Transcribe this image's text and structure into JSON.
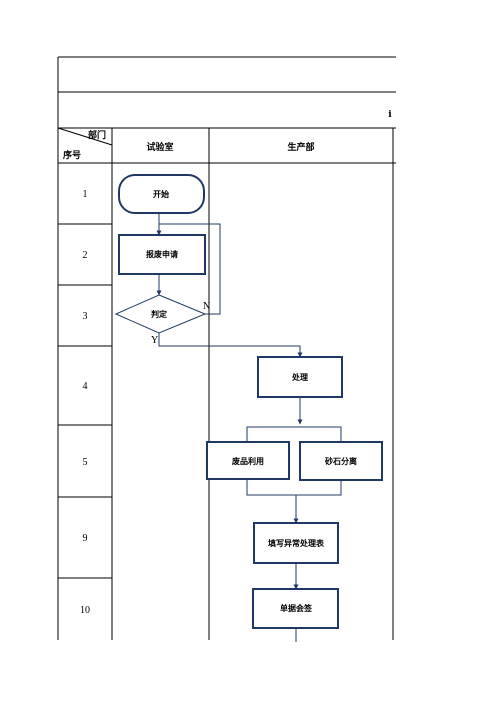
{
  "table": {
    "title_fragment": "i",
    "dept_label": "部门",
    "seq_label": "序号",
    "columns": [
      "试验室",
      "生产部"
    ],
    "row_numbers": [
      "1",
      "2",
      "3",
      "4",
      "5",
      "9",
      "10"
    ]
  },
  "nodes": {
    "start": "开始",
    "report": "报废申请",
    "decision": "判定",
    "process": "处理",
    "reuse": "废品利用",
    "separate": "砂石分离",
    "form": "填写异常处理表",
    "sign": "单据会签"
  },
  "edge_labels": {
    "no": "N",
    "yes": "Y"
  },
  "colors": {
    "node_border": "#1f3864",
    "arrow": "#1f3864",
    "grid": "#000000"
  }
}
